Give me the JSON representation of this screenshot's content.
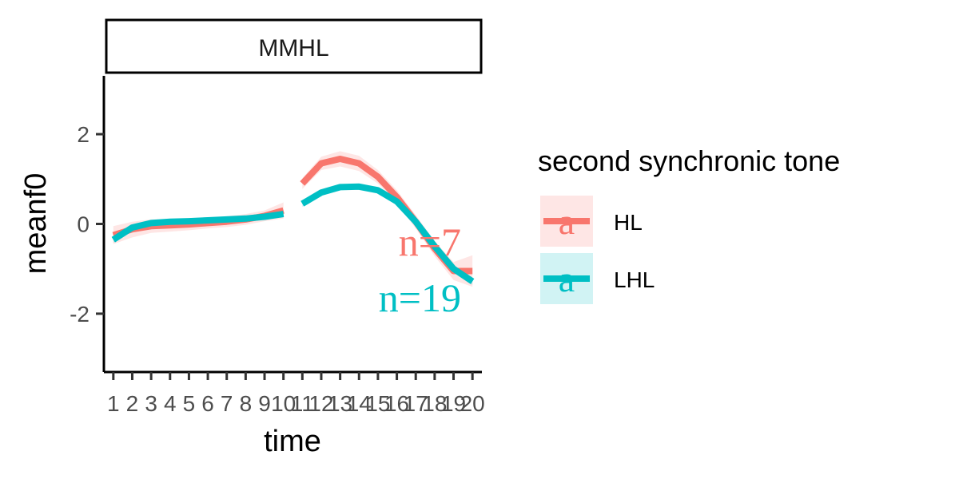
{
  "chart_data": {
    "type": "line",
    "panel": "MMHL",
    "xlabel": "time",
    "ylabel": "meanf0",
    "xlim": [
      0.5,
      20.5
    ],
    "ylim": [
      -3.3,
      3.3
    ],
    "x_ticks": [
      1,
      2,
      3,
      4,
      5,
      6,
      7,
      8,
      9,
      10,
      11,
      12,
      13,
      14,
      15,
      16,
      17,
      18,
      19,
      20
    ],
    "y_ticks": [
      2,
      0,
      -2
    ],
    "y_tick_labels": [
      "2",
      "0",
      "-2"
    ],
    "grid": false,
    "legend_title": "second synchronic tone",
    "legend_position": "right",
    "series": [
      {
        "name": "HL",
        "color": "#F8766D",
        "n_label": "n=7",
        "segments": [
          {
            "x": [
              1,
              2,
              3,
              4,
              5,
              6,
              7,
              8,
              9,
              10
            ],
            "y": [
              -0.25,
              -0.12,
              -0.05,
              -0.03,
              -0.01,
              0.02,
              0.05,
              0.1,
              0.18,
              0.3
            ]
          },
          {
            "x": [
              11,
              12,
              13,
              14,
              15,
              16,
              17,
              18,
              19,
              20
            ],
            "y": [
              0.9,
              1.35,
              1.45,
              1.35,
              1.05,
              0.6,
              0.05,
              -0.55,
              -1.05,
              -1.05
            ]
          }
        ],
        "ci_upper": [
          [
            -0.05,
            0.05,
            0.1,
            0.11,
            0.12,
            0.14,
            0.17,
            0.22,
            0.3,
            0.48
          ],
          [
            1.02,
            1.5,
            1.62,
            1.52,
            1.2,
            0.75,
            0.2,
            -0.38,
            -0.85,
            -0.7
          ]
        ],
        "ci_lower": [
          [
            -0.45,
            -0.3,
            -0.2,
            -0.17,
            -0.14,
            -0.1,
            -0.07,
            -0.02,
            0.06,
            0.12
          ],
          [
            0.78,
            1.2,
            1.28,
            1.18,
            0.9,
            0.45,
            -0.1,
            -0.72,
            -1.25,
            -1.4
          ]
        ]
      },
      {
        "name": "LHL",
        "color": "#00BFC4",
        "n_label": "n=19",
        "segments": [
          {
            "x": [
              1,
              2,
              3,
              4,
              5,
              6,
              7,
              8,
              9,
              10
            ],
            "y": [
              -0.35,
              -0.08,
              0.02,
              0.05,
              0.06,
              0.08,
              0.1,
              0.12,
              0.16,
              0.22
            ]
          },
          {
            "x": [
              11,
              12,
              13,
              14,
              15,
              16,
              17,
              18,
              19,
              20
            ],
            "y": [
              0.45,
              0.7,
              0.82,
              0.83,
              0.75,
              0.5,
              0.05,
              -0.5,
              -1.0,
              -1.28
            ]
          }
        ],
        "ci_upper": [
          [
            -0.28,
            -0.02,
            0.07,
            0.09,
            0.1,
            0.12,
            0.14,
            0.16,
            0.21,
            0.28
          ],
          [
            0.52,
            0.76,
            0.88,
            0.89,
            0.81,
            0.57,
            0.13,
            -0.42,
            -0.92,
            -1.2
          ]
        ],
        "ci_lower": [
          [
            -0.42,
            -0.14,
            -0.03,
            0.01,
            0.02,
            0.04,
            0.06,
            0.08,
            0.11,
            0.16
          ],
          [
            0.38,
            0.64,
            0.76,
            0.77,
            0.69,
            0.43,
            -0.03,
            -0.58,
            -1.08,
            -1.36
          ]
        ]
      }
    ]
  },
  "legend": {
    "glyph": "a"
  }
}
